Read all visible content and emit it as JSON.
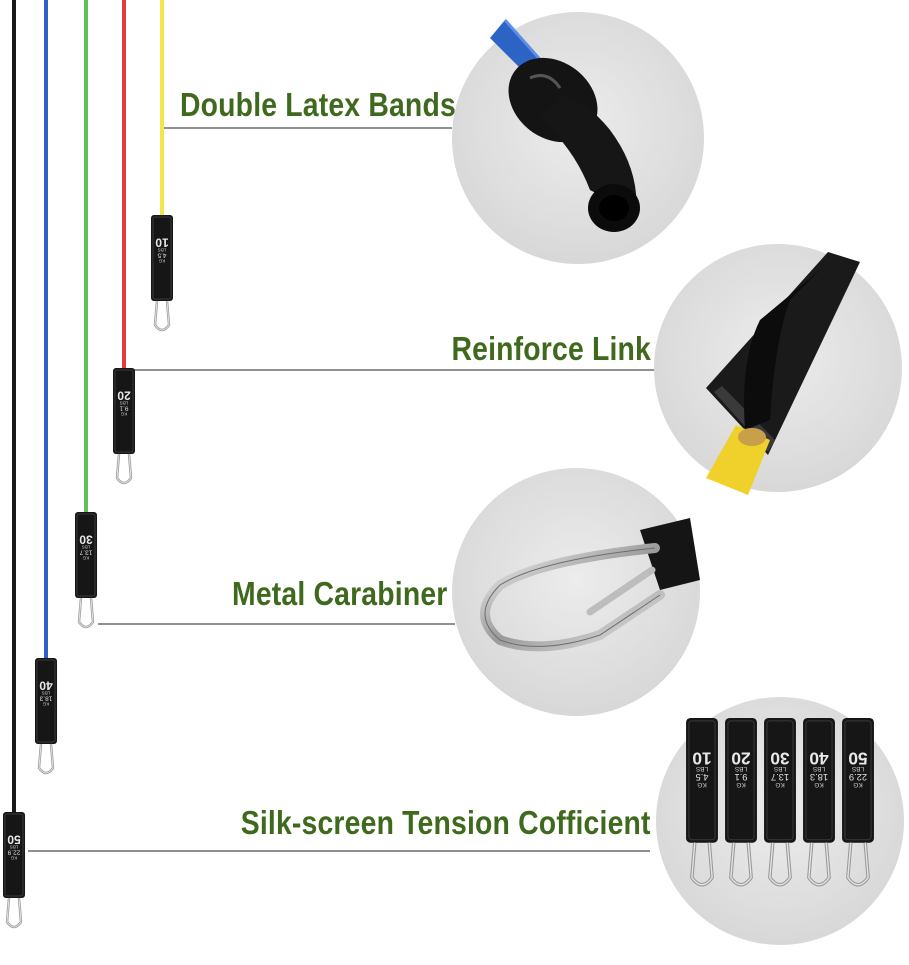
{
  "callouts": [
    {
      "label": "Double Latex Bands"
    },
    {
      "label": "Reinforce Link"
    },
    {
      "label": "Metal Carabiner"
    },
    {
      "label": "Silk-screen Tension Cofficient"
    }
  ],
  "bands": [
    {
      "color": "#f2e64a",
      "lbs": "10",
      "kg": "4.5"
    },
    {
      "color": "#e23c3c",
      "lbs": "20",
      "kg": "9.1"
    },
    {
      "color": "#5dc05a",
      "lbs": "30",
      "kg": "13.7"
    },
    {
      "color": "#2f5fc8",
      "lbs": "40",
      "kg": "18.3"
    },
    {
      "color": "#1a1a1a",
      "lbs": "50",
      "kg": "22.9"
    }
  ],
  "unit_lbs": "LBS",
  "unit_kg": "KG",
  "colors": {
    "label": "#3f6a1e",
    "circle": "#e4e4e4",
    "strap": "#161616"
  }
}
